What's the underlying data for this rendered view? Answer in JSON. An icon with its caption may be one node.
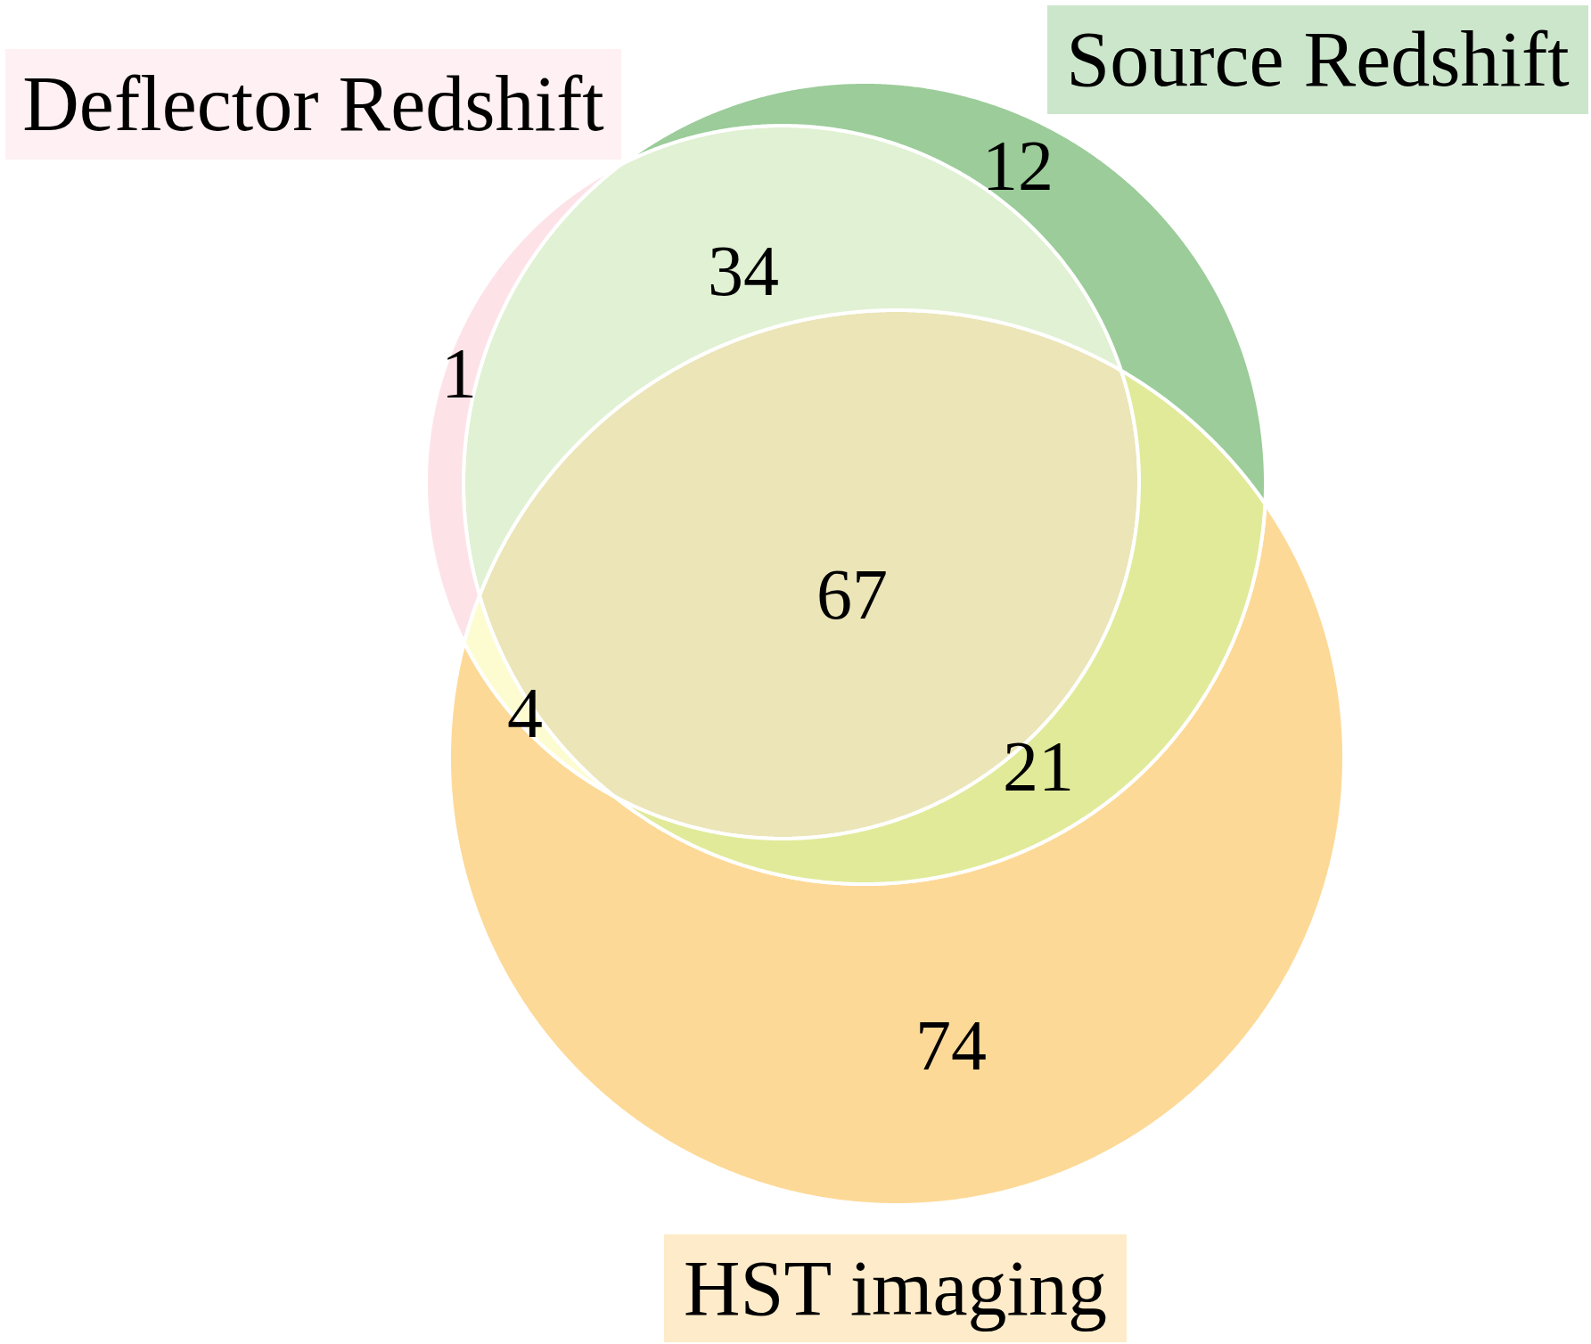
{
  "diagram": {
    "nodes": [
      {
        "text": [
          "Deflector Redshift"
        ]
      },
      {
        "text": [
          "Source Redshift"
        ]
      },
      {
        "text": [
          "HST imaging"
        ]
      }
    ],
    "labels": [
      "12",
      "34",
      "1",
      "67",
      "4",
      "21",
      "74"
    ]
  }
}
